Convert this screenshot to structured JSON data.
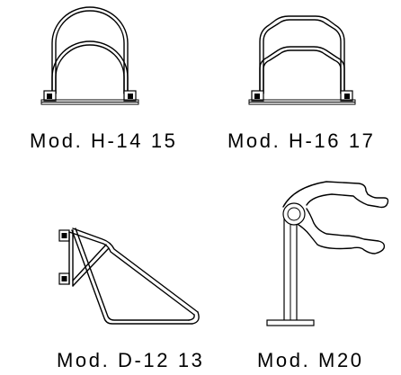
{
  "products": [
    {
      "model": "Mod. H-14 15"
    },
    {
      "model": "Mod. H-16 17"
    },
    {
      "model": "Mod. D-12 13"
    },
    {
      "model": "Mod. M20"
    }
  ]
}
